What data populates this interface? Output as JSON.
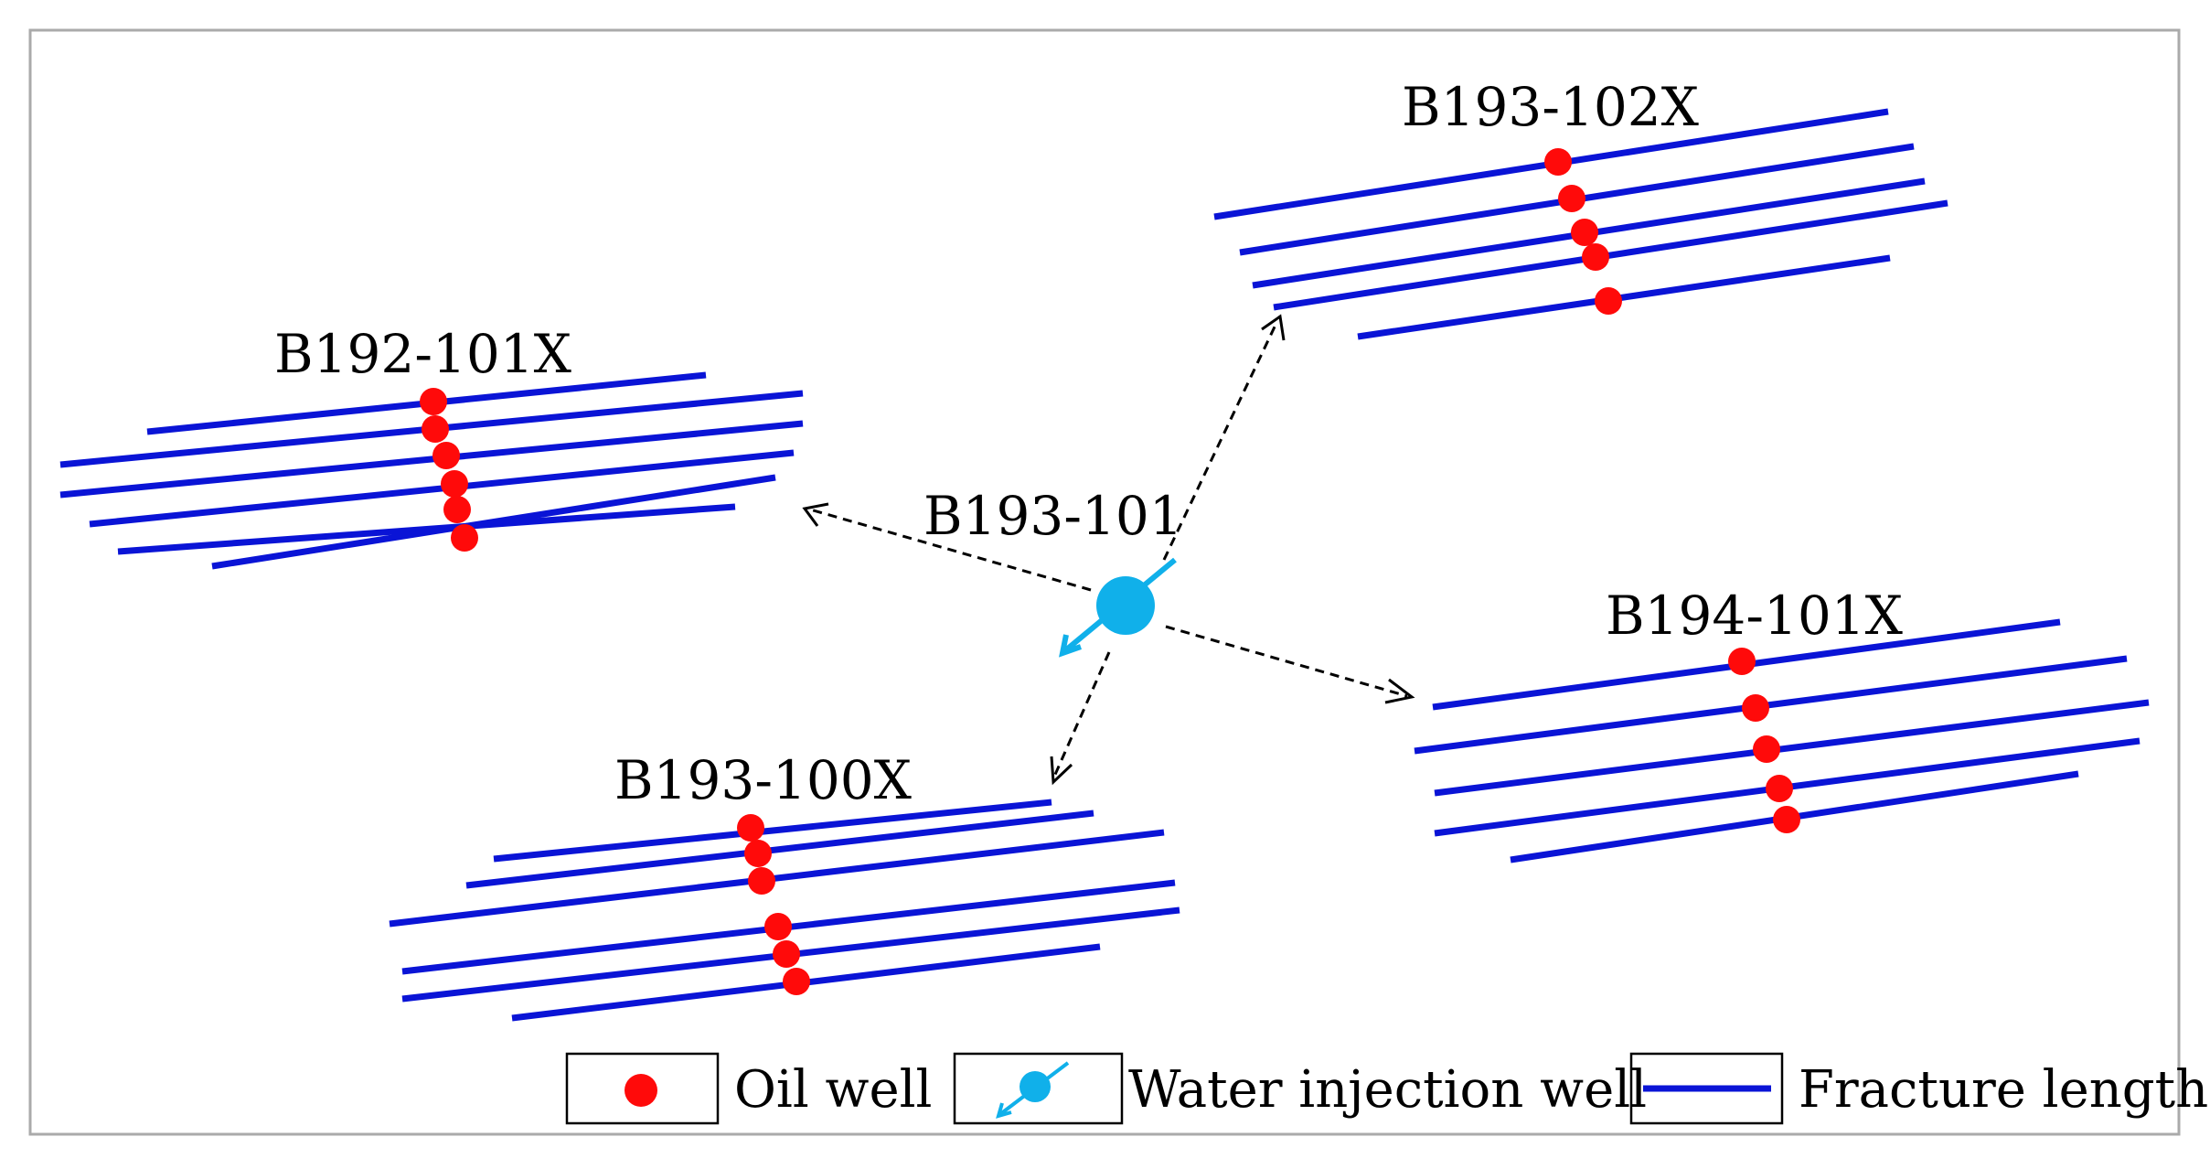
{
  "wells": {
    "injection": {
      "name": "B193-101"
    },
    "producers": [
      {
        "id": "b192",
        "name": "B192-101X"
      },
      {
        "id": "b193-102",
        "name": "B193-102X"
      },
      {
        "id": "b194",
        "name": "B194-101X"
      },
      {
        "id": "b193-100",
        "name": "B193-100X"
      }
    ]
  },
  "legend": {
    "oil_well": "Oil well",
    "water_injection_well": "Water injection well",
    "fracture_length": "Fracture length"
  },
  "colors": {
    "fracture": "#0a14d6",
    "oil_well": "#ff0a0a",
    "injection_well": "#10b0ea",
    "frame": "#aaaaaa",
    "arrow": "#000000"
  }
}
